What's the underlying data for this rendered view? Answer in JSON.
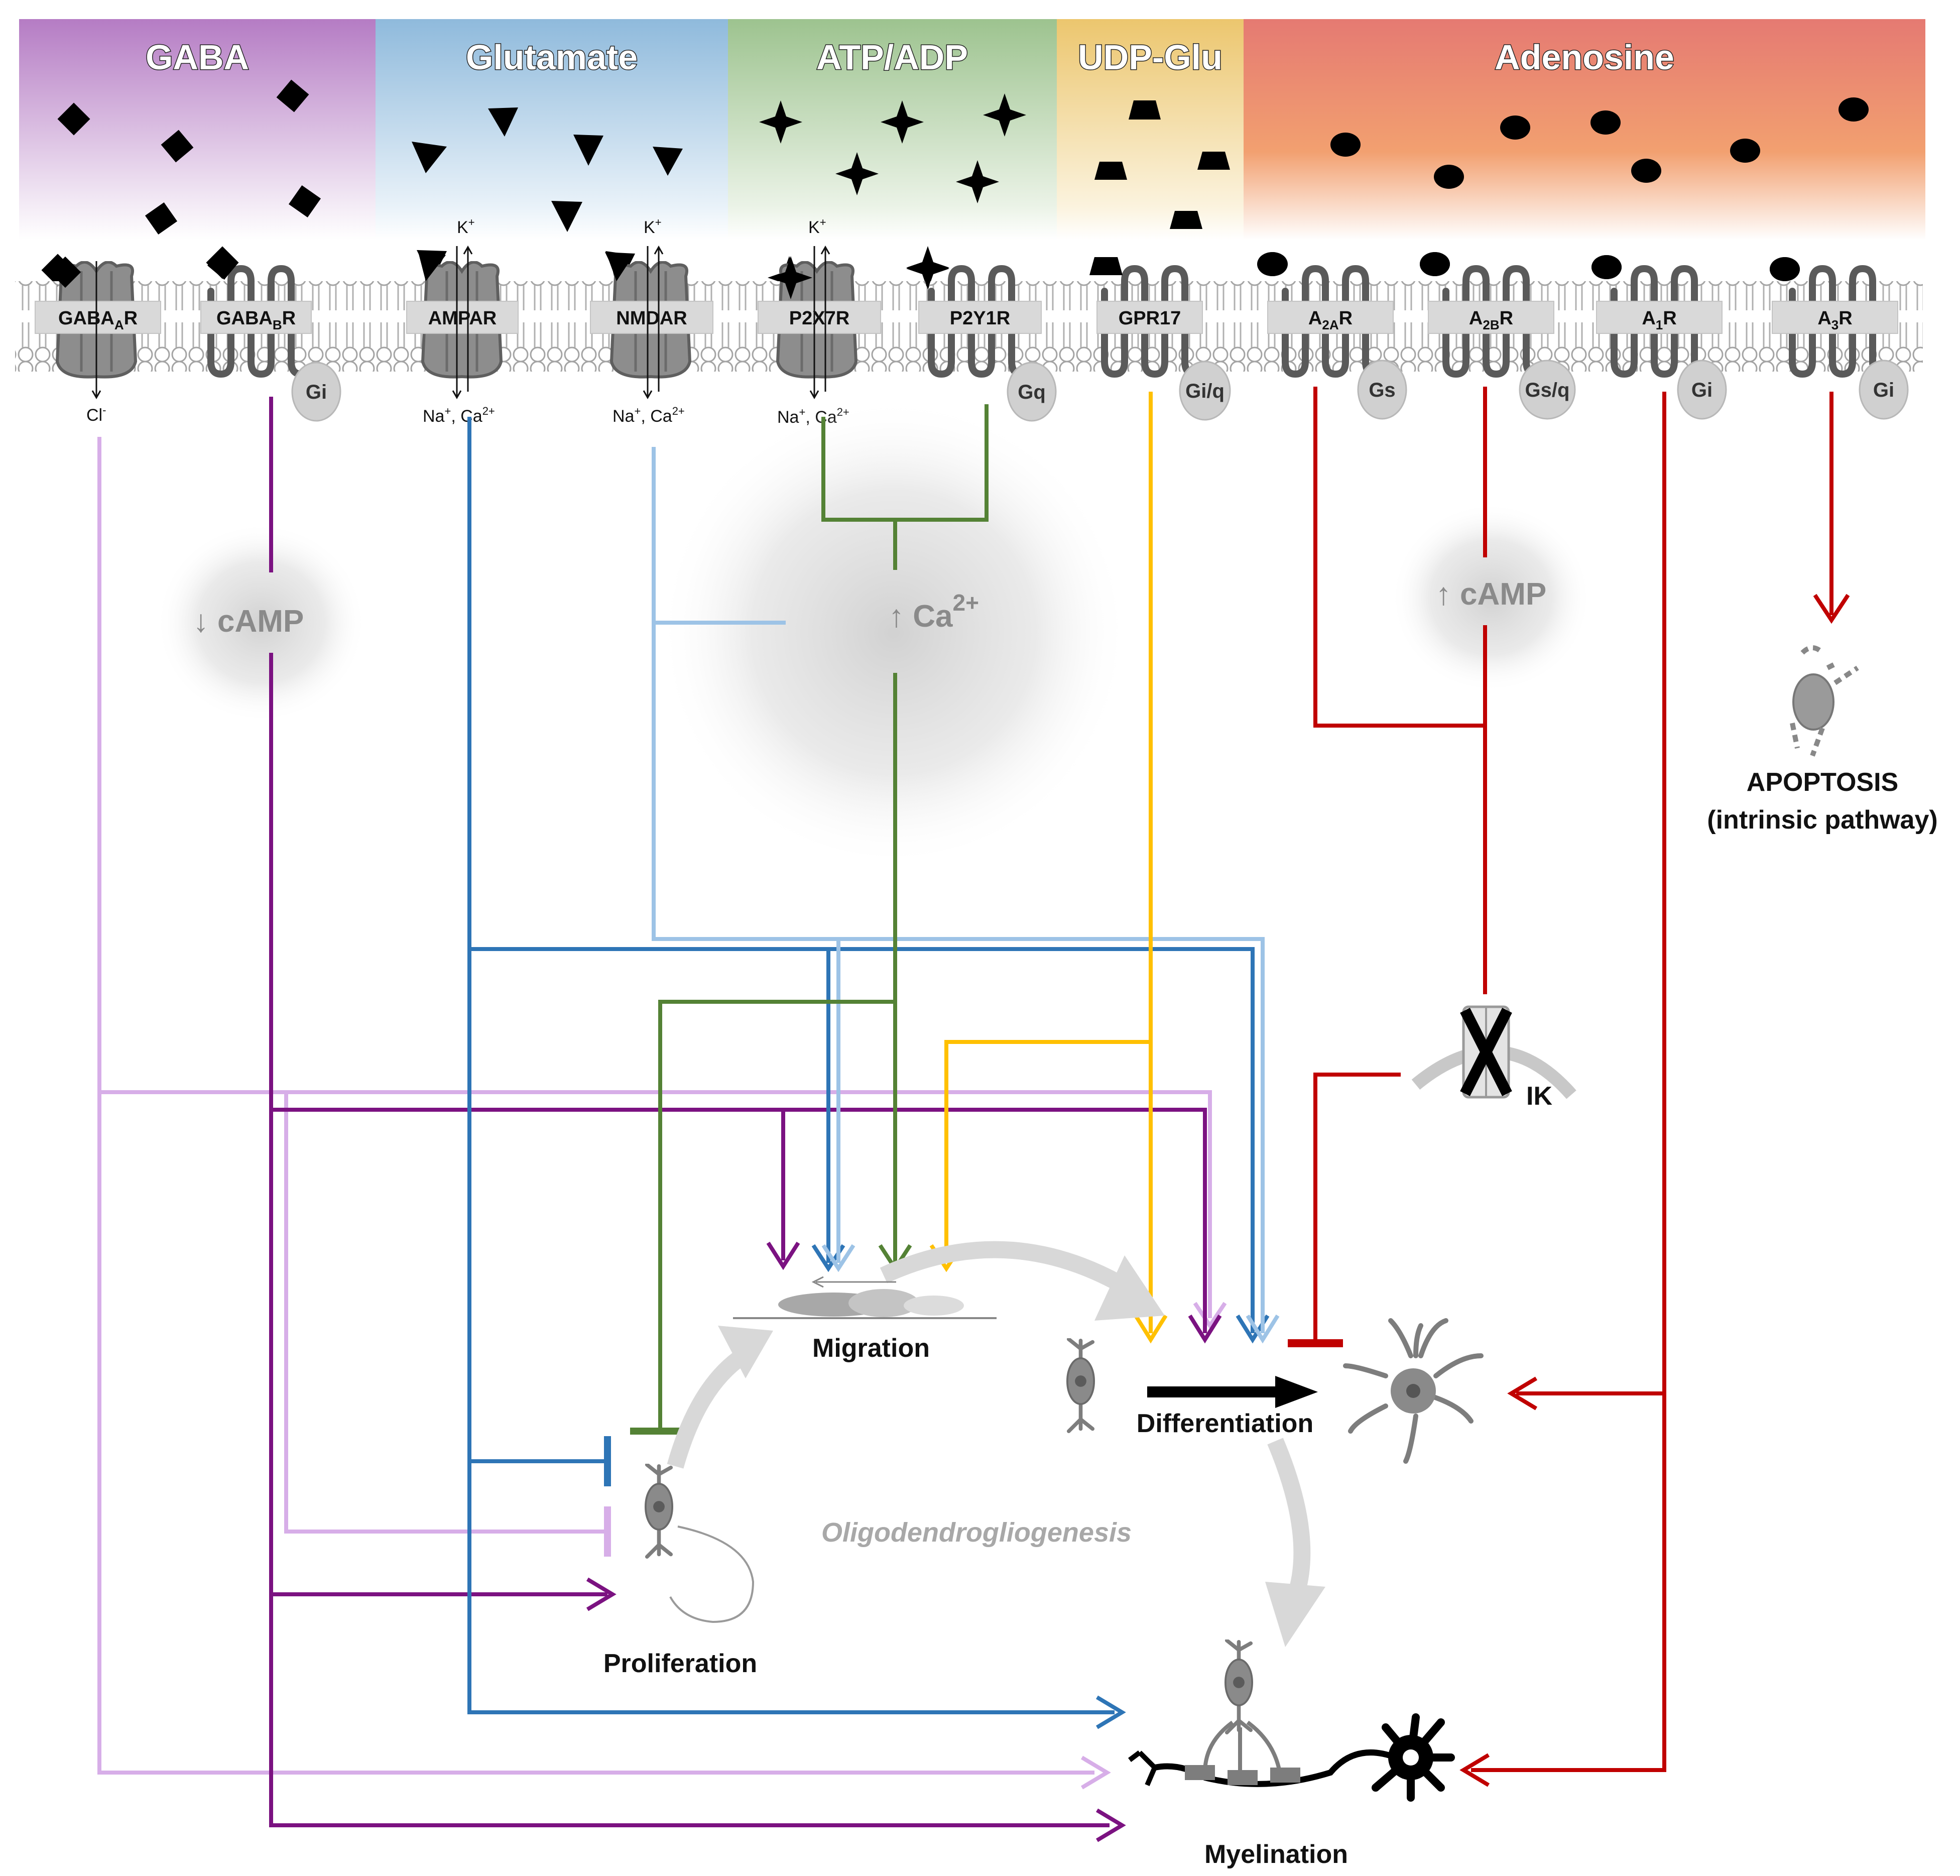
{
  "ligand_groups": [
    {
      "label": "GABA",
      "color_top": "#b57cc4",
      "color_bottom": "#f1e6f4"
    },
    {
      "label": "Glutamate",
      "color_top": "#8fbadc",
      "color_bottom": "#e4eff8"
    },
    {
      "label": "ATP/ADP",
      "color_top": "#9dc38f",
      "color_bottom": "#e6f1e1"
    },
    {
      "label": "UDP-Glu",
      "color_top": "#ecc66e",
      "color_bottom": "#fbf1d8"
    },
    {
      "label": "Adenosine",
      "color_top": "#e57a72",
      "color_bottom": "#f9ddd0"
    }
  ],
  "receptors": [
    {
      "base": "GABA",
      "sub": "A",
      "suffix": "R"
    },
    {
      "base": "GABA",
      "sub": "B",
      "suffix": "R"
    },
    {
      "base": "AMPAR",
      "sub": "",
      "suffix": ""
    },
    {
      "base": "NMDAR",
      "sub": "",
      "suffix": ""
    },
    {
      "base": "P2X7R",
      "sub": "",
      "suffix": ""
    },
    {
      "base": "P2Y1R",
      "sub": "",
      "suffix": ""
    },
    {
      "base": "GPR17",
      "sub": "",
      "suffix": ""
    },
    {
      "base": "A",
      "sub": "2A",
      "suffix": "R"
    },
    {
      "base": "A",
      "sub": "2B",
      "suffix": "R"
    },
    {
      "base": "A",
      "sub": "1",
      "suffix": "R"
    },
    {
      "base": "A",
      "sub": "3",
      "suffix": "R"
    }
  ],
  "g_proteins": [
    "Gi",
    "Gq",
    "Gi/q",
    "Gs",
    "Gs/q",
    "Gi",
    "Gi"
  ],
  "ions": {
    "cl": "Cl",
    "cl_sup": "-",
    "k": "K",
    "k_sup": "+",
    "na_ca_base": "Na",
    "na_ca_mid": ", Ca",
    "na_sup": "+",
    "ca_sup": "2+"
  },
  "messengers": {
    "camp_down": "↓ cAMP",
    "ca_up_base": "↑ Ca",
    "ca_up_sup": "2+",
    "camp_up": "↑ cAMP"
  },
  "channel_label": "IK",
  "processes": {
    "migration": "Migration",
    "differentiation": "Differentiation",
    "proliferation": "Proliferation",
    "myelination": "Myelination",
    "oligodendrogliogenesis": "Oligodendrogliogenesis",
    "apoptosis": "APOPTOSIS",
    "apoptosis_sub": "(intrinsic pathway)"
  },
  "pathway_colors": {
    "gaba_a": "#d7aee8",
    "gaba_b": "#7b1281",
    "ampa": "#2e75b6",
    "nmda": "#9dc3e6",
    "purinergic": "#548235",
    "gpr17": "#ffc000",
    "adenosine": "#c00000"
  }
}
